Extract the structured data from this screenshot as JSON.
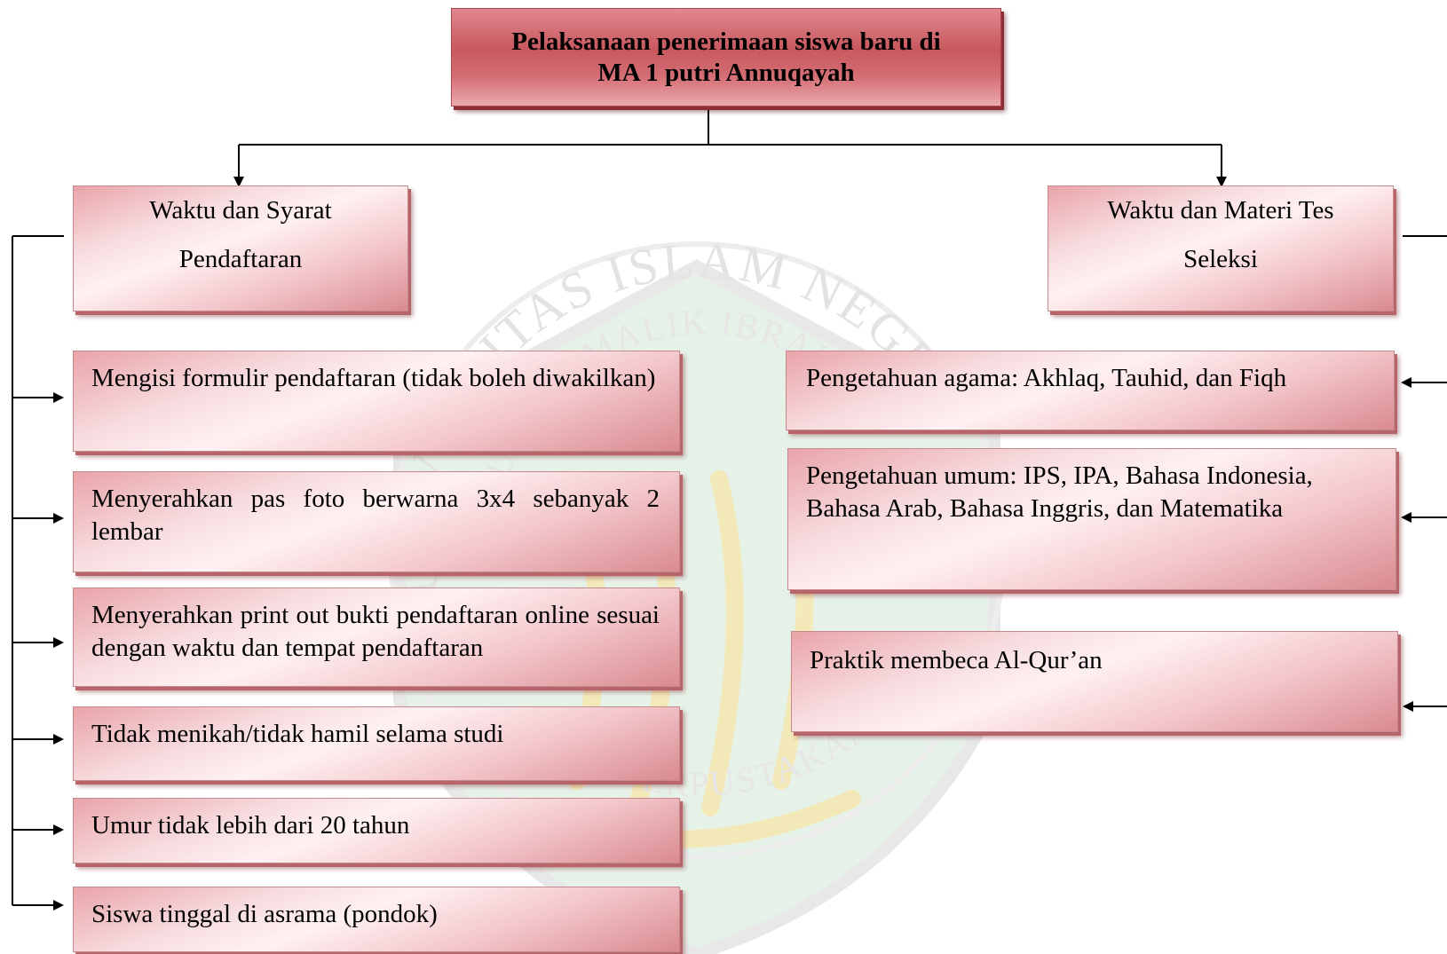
{
  "title": "Pelaksanaan penerimaan siswa baru di MA 1 putri Annuqayah",
  "left": {
    "heading": "Waktu dan Syarat Pendaftaran",
    "items": [
      "Mengisi formulir pendaftaran (tidak boleh diwakilkan)",
      "Menyerahkan pas foto berwarna 3x4 sebanyak 2 lembar",
      "Menyerahkan print out bukti pendaftaran online sesuai dengan waktu dan tempat pendaftaran",
      "Tidak menikah/tidak hamil selama studi",
      "Umur tidak lebih dari 20 tahun",
      "Siswa tinggal di asrama (pondok)"
    ]
  },
  "right": {
    "heading": "Waktu dan Materi Tes Seleksi",
    "items": [
      "Pengetahuan agama: Akhlaq, Tauhid, dan Fiqh",
      "Pengetahuan umum: IPS, IPA, Bahasa Indonesia, Bahasa Arab, Bahasa Inggris, dan Matematika",
      "Praktik membeca Al-Qur’an"
    ]
  },
  "watermark": {
    "top_text": "UNIVERSITAS ISLAM NEGERI",
    "middle_text": "MAULANA MALIK IBRAHIM",
    "bottom_text": "PUSAT PERPUSTAKAAN",
    "colors": {
      "shield": "#e4f1e6",
      "ring": "#e9e9e9",
      "calligraphy": "#f6e7b0"
    }
  },
  "colors": {
    "title_fill": "#c8585f",
    "box_fill": "#f3c7cb",
    "connector": "#000000"
  }
}
